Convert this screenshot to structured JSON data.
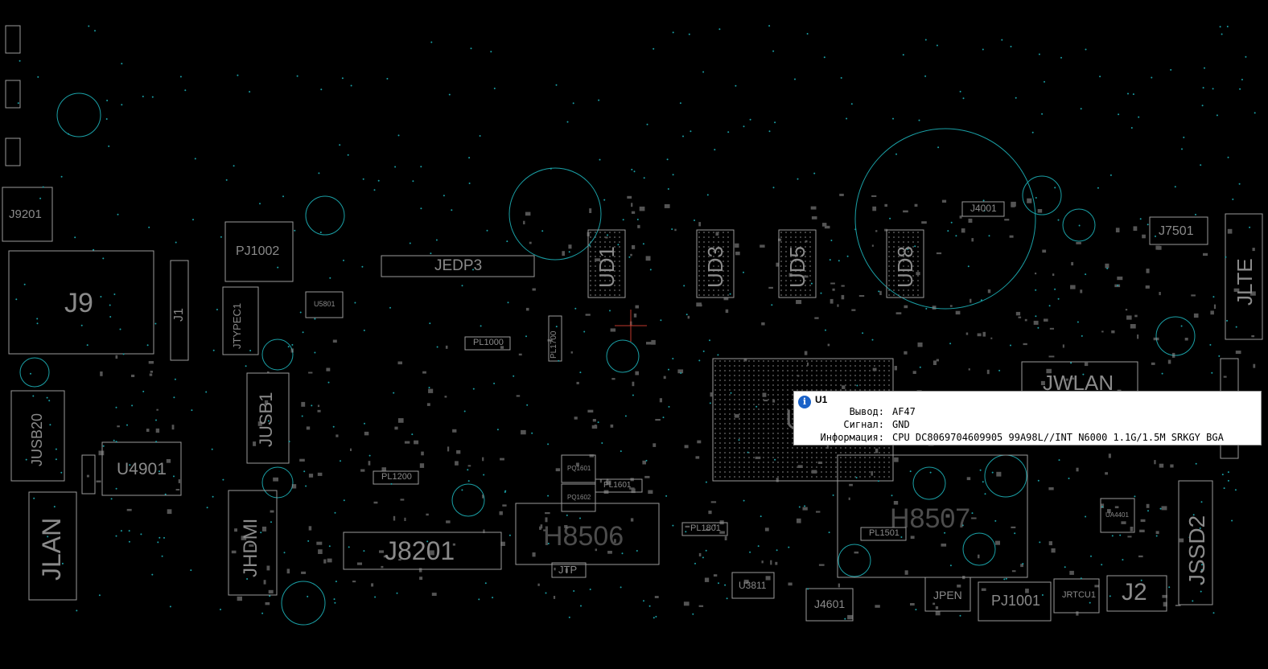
{
  "colors": {
    "background": "#000000",
    "outline": "#9a9a9a",
    "label": "#8a8a8a",
    "hole": "#1aa0a6",
    "cursor": "#c0392b"
  },
  "components": [
    {
      "ref": "J9201"
    },
    {
      "ref": "J9"
    },
    {
      "ref": "J1"
    },
    {
      "ref": "JUSB20"
    },
    {
      "ref": "U4901"
    },
    {
      "ref": "JLAN"
    },
    {
      "ref": "PJ1002"
    },
    {
      "ref": "JTYPEC1"
    },
    {
      "ref": "JUSB1"
    },
    {
      "ref": "JHDMI"
    },
    {
      "ref": "JEDP3"
    },
    {
      "ref": "U5801"
    },
    {
      "ref": "PL1000"
    },
    {
      "ref": "PL1700"
    },
    {
      "ref": "PL1200"
    },
    {
      "ref": "J8201"
    },
    {
      "ref": "UD1"
    },
    {
      "ref": "UD3"
    },
    {
      "ref": "UD5"
    },
    {
      "ref": "UD8"
    },
    {
      "ref": "J4001"
    },
    {
      "ref": "J7501"
    },
    {
      "ref": "JLTE"
    },
    {
      "ref": "JWLAN"
    },
    {
      "ref": "H8506"
    },
    {
      "ref": "H8507"
    },
    {
      "ref": "PQ1601"
    },
    {
      "ref": "PQ1602"
    },
    {
      "ref": "PL1601"
    },
    {
      "ref": "PL1801"
    },
    {
      "ref": "PL1501"
    },
    {
      "ref": "JTP"
    },
    {
      "ref": "U3811"
    },
    {
      "ref": "J4601"
    },
    {
      "ref": "JPEN"
    },
    {
      "ref": "PJ1001"
    },
    {
      "ref": "JRTCU1"
    },
    {
      "ref": "J2"
    },
    {
      "ref": "JSSD2"
    },
    {
      "ref": "UA4401"
    },
    {
      "ref": "U1"
    }
  ],
  "tooltip": {
    "icon": "info-icon",
    "ref": "U1",
    "rows": [
      {
        "key": "Вывод:",
        "value": "AF47"
      },
      {
        "key": "Сигнал:",
        "value": "GND"
      },
      {
        "key": "Информация:",
        "value": "CPU DC8069704609905 99A98L//INT N6000 1.1G/1.5M SRKGY BGA"
      }
    ]
  }
}
